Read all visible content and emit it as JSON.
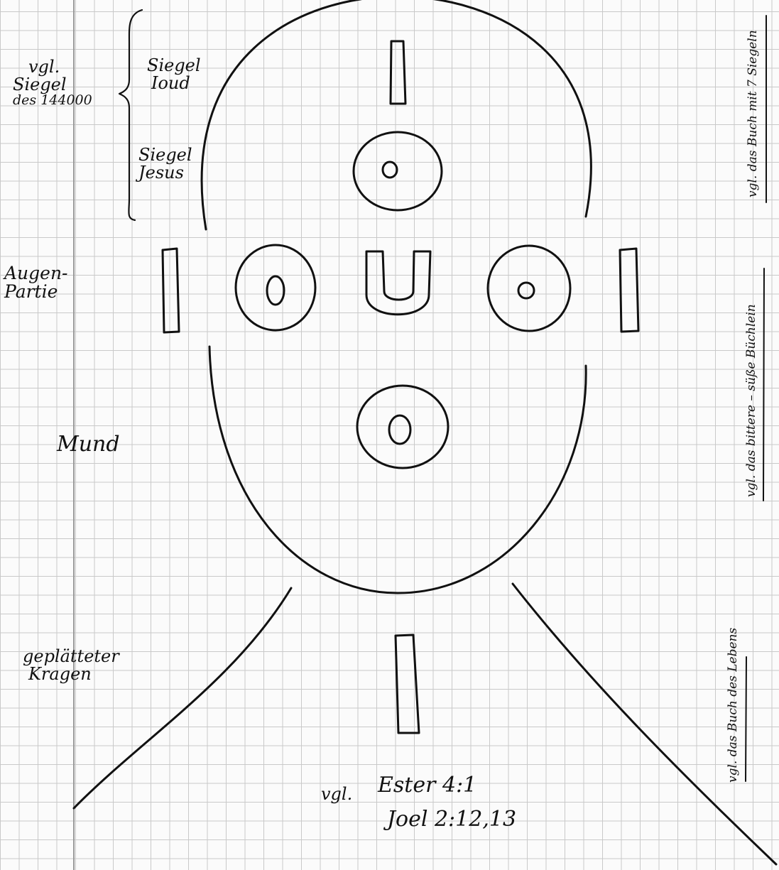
{
  "left_notes": {
    "siegel_vgl": [
      "vgl.",
      "Siegel",
      "des 144000"
    ],
    "siegel_ioud": [
      "Siegel",
      "Ioud"
    ],
    "siegel_jesus": [
      "Siegel",
      "Jesus"
    ],
    "augen_partie": [
      "Augen-",
      "Partie"
    ],
    "mund": "Mund",
    "kragen": [
      "geplätteter",
      "Kragen"
    ]
  },
  "bottom_note": {
    "prefix": "vgl.",
    "line1": "Ester 4:1",
    "line2": "Joel 2:12,13"
  },
  "right_notes": {
    "buch_siegel": "vgl. das Buch mit 7 Siegeln",
    "bittere_buechlein": "vgl. das bittere – süße Büchlein",
    "buch_leben": "vgl. das Buch des Lebens"
  },
  "colors": {
    "ink": "#111111",
    "grid": "#c9c9c9",
    "paper": "#fbfbfb"
  }
}
